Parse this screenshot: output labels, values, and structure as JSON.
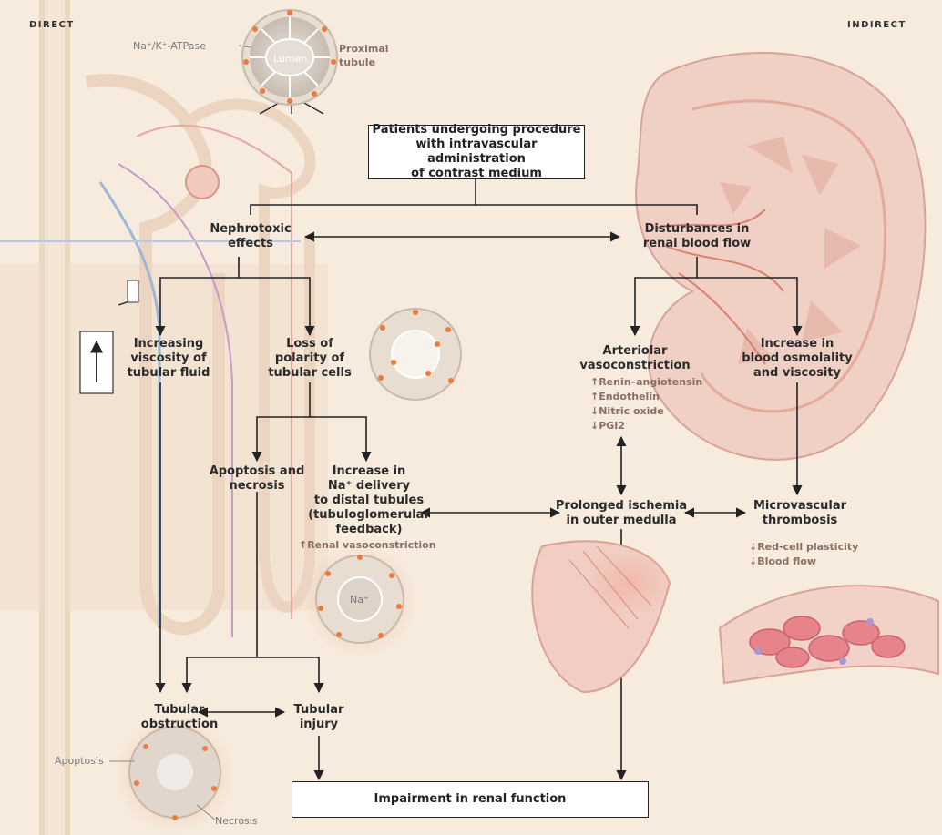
{
  "corner_labels": {
    "left": "DIRECT",
    "right": "INDIRECT"
  },
  "annotations": {
    "atpase": "Na⁺/K⁺-ATPase",
    "lumen": "Lumen",
    "proximal_tubule": [
      "Proximal",
      "tubule"
    ],
    "na_plus": "Na⁺",
    "apoptosis": "Apoptosis",
    "necrosis": "Necrosis"
  },
  "nodes": {
    "start": [
      "Patients undergoing procedure",
      "with intravascular administration",
      "of contrast medium"
    ],
    "nephrotoxic": [
      "Nephrotoxic",
      "effects"
    ],
    "disturbances": [
      "Disturbances in",
      "renal blood flow"
    ],
    "viscosity": [
      "Increasing",
      "viscosity of",
      "tubular fluid"
    ],
    "polarity": [
      "Loss of",
      "polarity of",
      "tubular cells"
    ],
    "arteriolar": [
      "Arteriolar",
      "vasoconstriction"
    ],
    "osmolality": [
      "Increase in",
      "blood osmolality",
      "and viscosity"
    ],
    "apoptosis_necrosis": [
      "Apoptosis and",
      "necrosis"
    ],
    "na_delivery": [
      "Increase in",
      "Na⁺ delivery",
      "to distal tubules",
      "(tubuloglomerular",
      "feedback)"
    ],
    "ischemia": [
      "Prolonged ischemia",
      "in outer medulla"
    ],
    "thrombosis": [
      "Microvascular",
      "thrombosis"
    ],
    "obstruction": [
      "Tubular",
      "obstruction"
    ],
    "injury": [
      "Tubular",
      "injury"
    ],
    "impairment": "Impairment in renal function"
  },
  "sublists": {
    "arteriolar_factors": [
      "↑Renin–angiotensin",
      "↑Endothelin",
      "↓Nitric oxide",
      "↓PGI2"
    ],
    "na_effect": [
      "↑Renal vasoconstriction"
    ],
    "thrombosis_effects": [
      "↓Red-cell plasticity",
      "↓Blood flow"
    ]
  }
}
